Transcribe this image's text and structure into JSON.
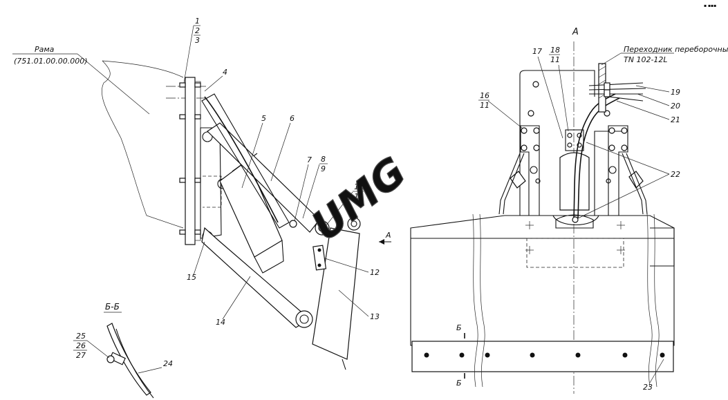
{
  "frame_label": {
    "line1": "Рама",
    "line2": "(751.01.00.00.000)"
  },
  "view_a_title": "А",
  "section_title": "Б-Б",
  "cut_marks": {
    "top": "Б",
    "bottom": "Б"
  },
  "view_arrow_label": "А",
  "adapter_note": {
    "line1": "Переходник переборочный",
    "line2": "TN 102-12L"
  },
  "callouts_left": {
    "c1": "1",
    "c2": "2",
    "c3": "3",
    "c4": "4",
    "c5": "5",
    "c6": "6",
    "c7": "7",
    "c8": "8",
    "c9": "9",
    "c10": "10",
    "c11": "11",
    "c12": "12",
    "c13": "13",
    "c14": "14",
    "c15": "15"
  },
  "callouts_right": {
    "c16": "16",
    "c16b": "11",
    "c17": "17",
    "c18": "18",
    "c18b": "11",
    "c19": "19",
    "c20": "20",
    "c21": "21",
    "c22": "22",
    "c23": "23"
  },
  "callouts_section": {
    "c24": "24",
    "c25": "25",
    "c26": "26",
    "c27": "27"
  },
  "watermark": "UMG",
  "corner_mark": "▪ ▪▪▪"
}
